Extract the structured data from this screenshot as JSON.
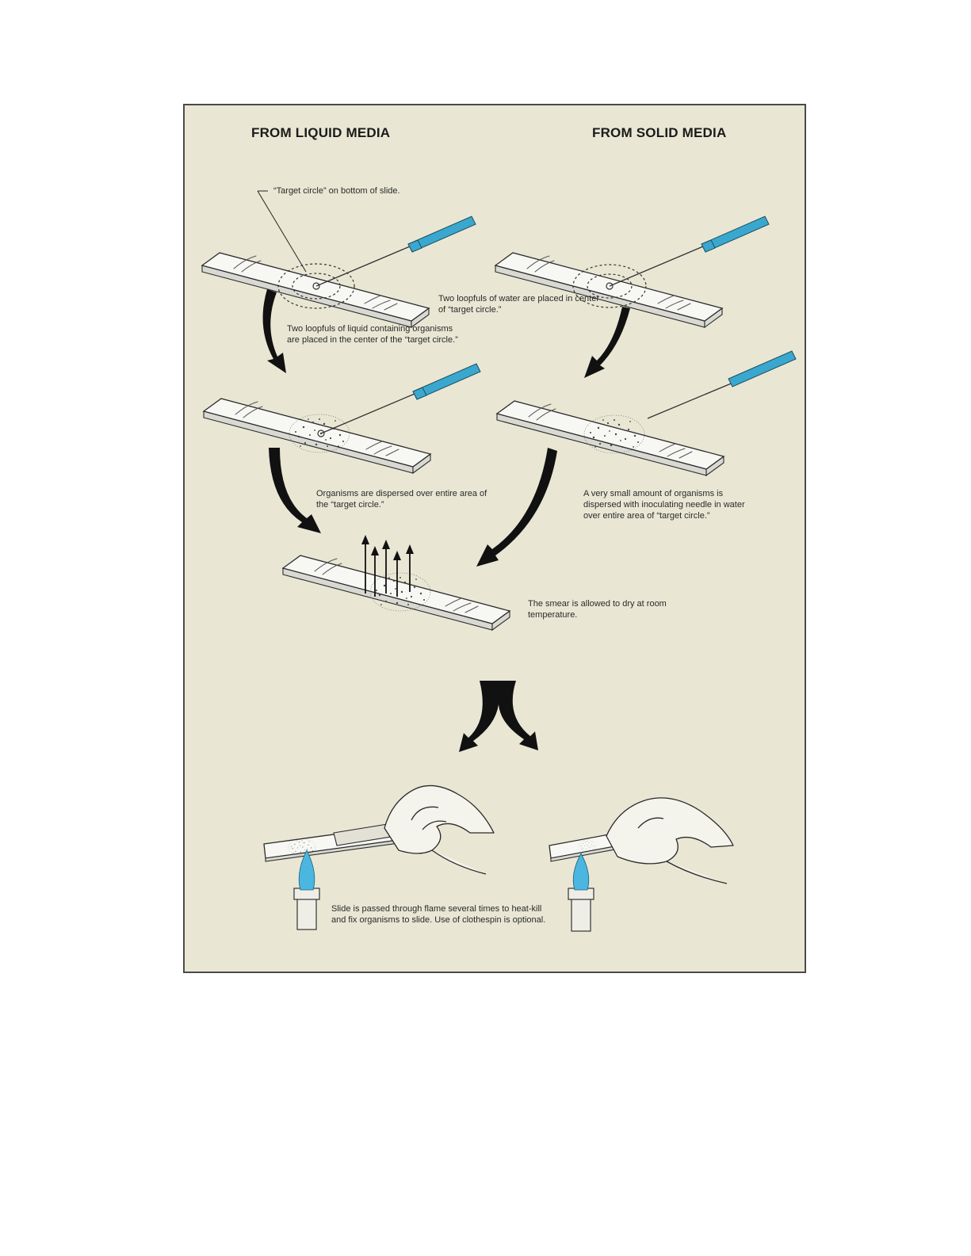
{
  "headings": {
    "liquid": "FROM LIQUID MEDIA",
    "solid": "FROM SOLID MEDIA"
  },
  "captions": {
    "target_circle": "“Target circle” on bottom of slide.",
    "water_loopfuls": "Two loopfuls of water are placed in center of “target circle.”",
    "liquid_loopfuls": "Two loopfuls of liquid containing organisms are placed in the center of the “target circle.”",
    "liquid_dispersed": "Organisms are dispersed over entire area of the “target circle.”",
    "solid_dispersed": "A very small amount of organisms is dispersed with inoculating needle in water over entire area of “target circle.”",
    "dry": "The smear is allowed to dry at room temperature.",
    "heat_fix": "Slide is passed through flame several times to heat-kill and fix organisms to slide. Use of clothespin is optional."
  },
  "colors": {
    "panel_background": "#e9e7d4",
    "needle_handle": "#3aa7cf",
    "flame": "#4bb6e0",
    "arrow": "#111111"
  }
}
